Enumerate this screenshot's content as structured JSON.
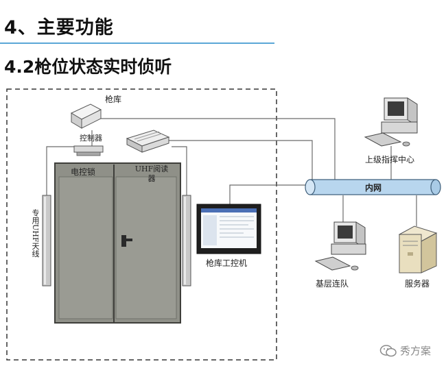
{
  "heading": "4、主要功能",
  "subheading": "4.2枪位状态实时侦听",
  "diagram": {
    "armory_label": "枪库",
    "controller_label": "控制器",
    "electric_lock_label": "电控锁",
    "uhf_reader_label": "UHF阅读器",
    "uhf_antenna_label": "专用UHF天线",
    "armory_pc_label": "枪库工控机",
    "intranet_label": "内网",
    "command_center_label": "上级指挥中心",
    "base_unit_label": "基层连队",
    "server_label": "服务器"
  },
  "watermark": {
    "text": "秀方案",
    "icon": "wechat-icon"
  },
  "colors": {
    "door": "#8f9088",
    "door_panel": "#9a9b93",
    "network_bus": "#b8d6ee",
    "rule": "#5aa6d6"
  }
}
